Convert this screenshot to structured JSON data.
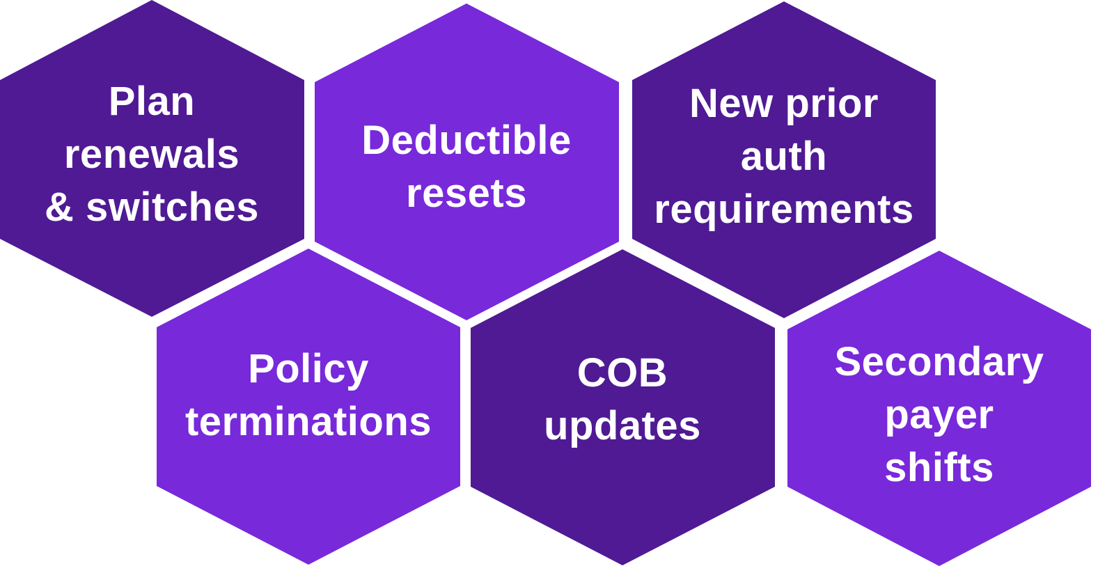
{
  "colors": {
    "dark": "#4F1A94",
    "light": "#7829DA",
    "text": "#FFFFFF"
  },
  "hexagons": [
    {
      "lines": [
        "Plan",
        "renewals",
        "& switches"
      ],
      "shade": "dark"
    },
    {
      "lines": [
        "Deductible",
        "resets"
      ],
      "shade": "light"
    },
    {
      "lines": [
        "New prior",
        "auth",
        "requirements"
      ],
      "shade": "dark"
    },
    {
      "lines": [
        "Policy",
        "terminations"
      ],
      "shade": "light"
    },
    {
      "lines": [
        "COB",
        "updates"
      ],
      "shade": "dark"
    },
    {
      "lines": [
        "Secondary",
        "payer",
        "shifts"
      ],
      "shade": "light"
    }
  ]
}
